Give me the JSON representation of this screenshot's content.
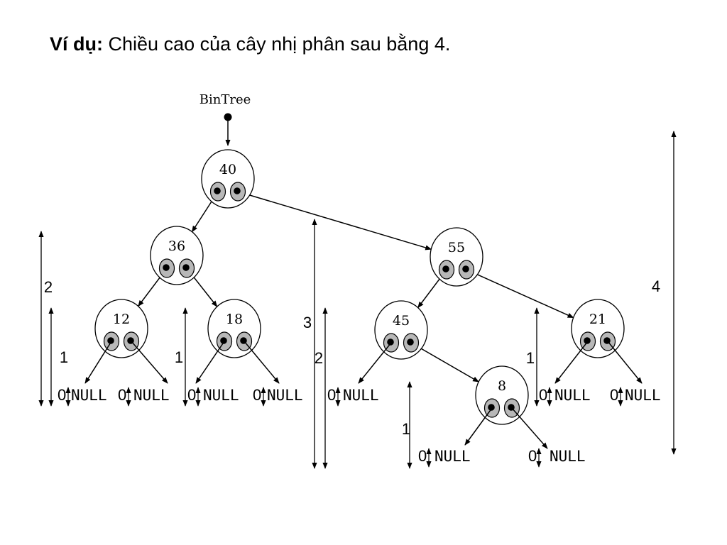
{
  "title": {
    "bold": "Ví dụ:",
    "text": "Chiều cao của cây nhị phân sau bằng 4."
  },
  "root_label": "BinTree",
  "null_text": "NULL",
  "zero_text": "0",
  "nodes": [
    {
      "id": "n40",
      "key": "40"
    },
    {
      "id": "n36",
      "key": "36"
    },
    {
      "id": "n55",
      "key": "55"
    },
    {
      "id": "n12",
      "key": "12"
    },
    {
      "id": "n18",
      "key": "18"
    },
    {
      "id": "n45",
      "key": "45"
    },
    {
      "id": "n21",
      "key": "21"
    },
    {
      "id": "n8",
      "key": "8"
    }
  ],
  "edges": [
    {
      "from": "n40",
      "to": "n36",
      "side": "left"
    },
    {
      "from": "n40",
      "to": "n55",
      "side": "right"
    },
    {
      "from": "n36",
      "to": "n12",
      "side": "left"
    },
    {
      "from": "n36",
      "to": "n18",
      "side": "right"
    },
    {
      "from": "n55",
      "to": "n45",
      "side": "left"
    },
    {
      "from": "n55",
      "to": "n21",
      "side": "right"
    },
    {
      "from": "n45",
      "to": "n8",
      "side": "right"
    }
  ],
  "null_children": [
    {
      "parent": "n12",
      "side": "left"
    },
    {
      "parent": "n12",
      "side": "right"
    },
    {
      "parent": "n18",
      "side": "left"
    },
    {
      "parent": "n18",
      "side": "right"
    },
    {
      "parent": "n45",
      "side": "left"
    },
    {
      "parent": "n8",
      "side": "left"
    },
    {
      "parent": "n8",
      "side": "right"
    },
    {
      "parent": "n21",
      "side": "left"
    },
    {
      "parent": "n21",
      "side": "right"
    }
  ],
  "height_labels": [
    {
      "id": "h-36",
      "text": "2"
    },
    {
      "id": "h-12",
      "text": "1"
    },
    {
      "id": "h-18",
      "text": "1"
    },
    {
      "id": "h-55",
      "text": "3"
    },
    {
      "id": "h-45",
      "text": "2"
    },
    {
      "id": "h-8",
      "text": "1"
    },
    {
      "id": "h-21",
      "text": "1"
    },
    {
      "id": "h-40",
      "text": "4"
    }
  ],
  "colors": {
    "line": "#000000",
    "pointer_fill": "#b8b8b8",
    "background": "#ffffff"
  }
}
